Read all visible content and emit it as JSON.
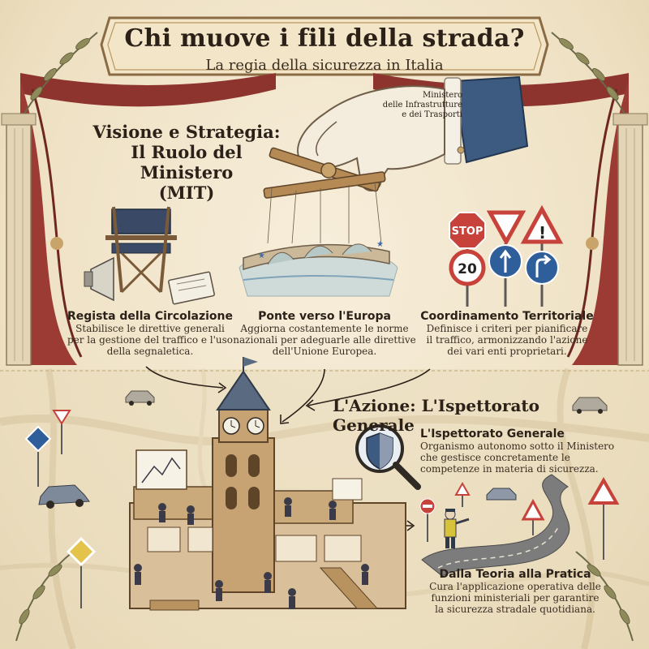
{
  "header": {
    "title": "Chi muove i fili della strada?",
    "subtitle": "La regia della sicurezza in Italia"
  },
  "ministry_label": {
    "lines": [
      "Ministero",
      "delle Infrastrutture",
      "e dei Trasporti"
    ]
  },
  "section1": {
    "lines": [
      "Visione e Strategia:",
      "Il Ruolo del Ministero",
      "(MIT)"
    ]
  },
  "cards": [
    {
      "title": "Regista della Circolazione",
      "lines": [
        "Stabilisce le direttive generali",
        "per la gestione del traffico e l'uso",
        "della segnaletica."
      ]
    },
    {
      "title": "Ponte verso l'Europa",
      "lines": [
        "Aggiorna costantemente le norme",
        "nazionali per adeguarle alle direttive",
        "dell'Unione Europea."
      ]
    },
    {
      "title": "Coordinamento Territoriale",
      "lines": [
        "Definisce i criteri per pianificare",
        "il traffico, armonizzando l'azione",
        "dei vari enti proprietari."
      ]
    }
  ],
  "section2": {
    "title": "L'Azione: L'Ispettorato Generale"
  },
  "inspectorate": {
    "title": "L'Ispettorato Generale",
    "lines": [
      "Organismo autonomo sotto il Ministero",
      "che gestisce concretamente le",
      "competenze in materia di sicurezza."
    ]
  },
  "practice": {
    "title": "Dalla Teoria alla Pratica",
    "lines": [
      "Cura l'applicazione operativa delle",
      "funzioni ministeriali per garantire",
      "la sicurezza stradale quotidiana."
    ]
  },
  "signs": {
    "stop": "STOP",
    "speed": "20"
  },
  "icons": [
    "laurel-icon",
    "curtain-icon",
    "column-icon",
    "puppeteer-hand-icon",
    "director-chair-icon",
    "megaphone-icon",
    "clipboard-icon",
    "bridge-icon",
    "stop-sign-icon",
    "speed-limit-sign-icon",
    "road-sign-icon",
    "clock-tower-icon",
    "magnifier-shield-icon",
    "traffic-officer-icon",
    "car-icon"
  ],
  "colors": {
    "paper": "#efe3c8",
    "curtain": "#9b3b34",
    "ink": "#2b2118",
    "gold": "#c9a46a",
    "sign_blue": "#2f5f9a",
    "sign_red": "#c7423a"
  }
}
